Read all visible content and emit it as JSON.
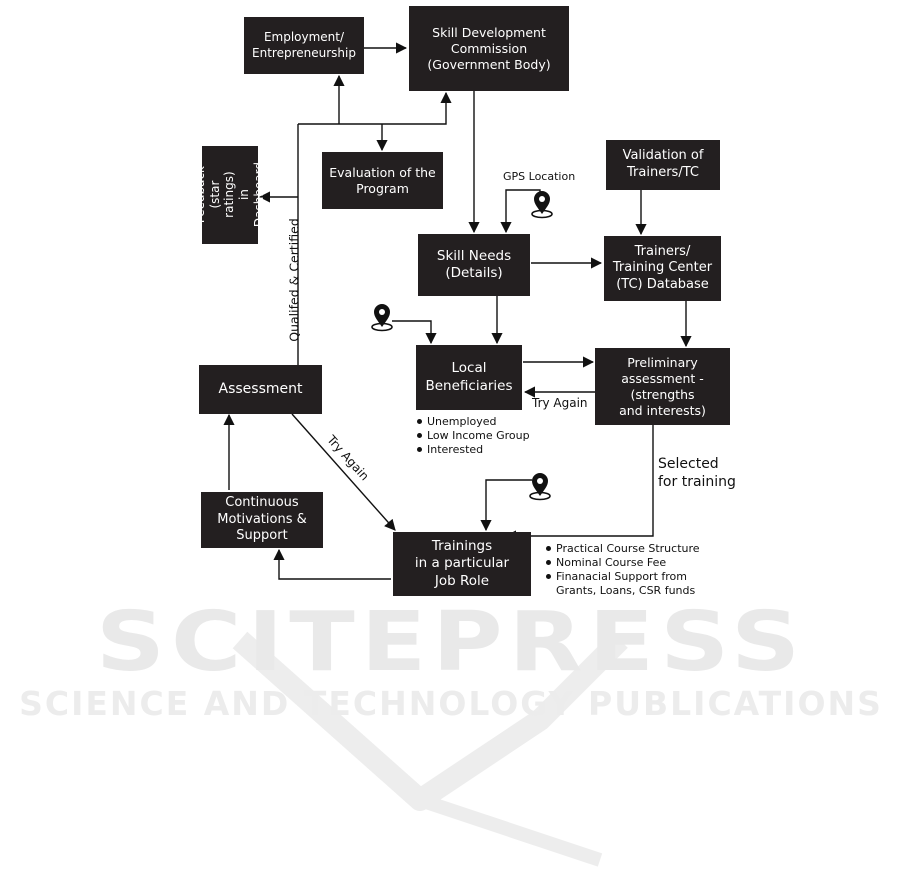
{
  "nodes": {
    "employment": "Employment/\nEntrepreneurship",
    "commission": "Skill Development\nCommission\n(Government Body)",
    "evaluation": "Evaluation of the\nProgram",
    "feedback": "Feedback\n(star ratings)\nin Dashboard",
    "validation": "Validation of\nTrainers/TC",
    "skill_needs": "Skill Needs\n(Details)",
    "trainers_db": "Trainers/\nTraining Center\n(TC) Database",
    "local_beneficiaries": "Local\nBeneficiaries",
    "preliminary": "Preliminary\nassessment -\n(strengths\nand interests)",
    "assessment": "Assessment",
    "motivation": "Continuous\nMotivations &\nSupport",
    "trainings": "Trainings\nin a particular\nJob Role"
  },
  "labels": {
    "gps_location": "GPS Location",
    "qualified": "Qualifed & Certified",
    "try_again_right": "Try Again",
    "try_again_diag": "Try Again",
    "selected": "Selected\nfor training"
  },
  "beneficiary_groups": [
    "Unemployed",
    "Low Income Group",
    "Interested"
  ],
  "training_features": [
    "Practical Course Structure",
    "Nominal Course Fee",
    "Finanacial Support from",
    "Grants, Loans, CSR funds"
  ],
  "watermark": {
    "main": "SCITEPRESS",
    "sub": "SCIENCE AND TECHNOLOGY PUBLICATIONS"
  },
  "colors": {
    "box_fill": "#231f20",
    "box_text": "#ffffff",
    "arrow": "#111111",
    "watermark": "#e9e9e9"
  },
  "icons": [
    "location-pin-icon"
  ]
}
